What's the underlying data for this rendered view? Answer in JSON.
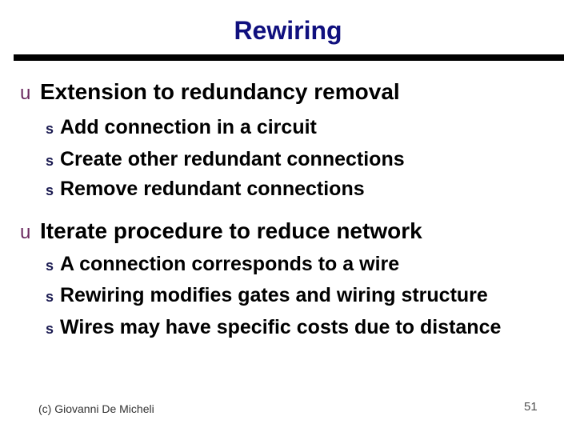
{
  "slide": {
    "title": "Rewiring",
    "footer": "(c) Giovanni De Micheli",
    "page_number": "51",
    "colors": {
      "title": "#10107E",
      "rule": "#000000",
      "body_text": "#000000",
      "bullet_u_marker": "#6B2A60",
      "bullet_s_marker": "#191950",
      "footer_text": "#333333",
      "page_number_text": "#4F4F4F",
      "background": "#FFFFFF"
    },
    "bullets": [
      {
        "marker": "u",
        "label": "Extension to redundancy removal",
        "sub": [
          {
            "marker": "s",
            "label": "Add connection in a circuit"
          },
          {
            "marker": "s",
            "label": "Create other redundant connections"
          },
          {
            "marker": "s",
            "label": "Remove redundant connections"
          }
        ]
      },
      {
        "marker": "u",
        "label": "Iterate procedure to reduce network",
        "sub": [
          {
            "marker": "s",
            "label": "A connection corresponds to a wire"
          },
          {
            "marker": "s",
            "label": "Rewiring modifies gates and wiring structure"
          },
          {
            "marker": "s",
            "label": "Wires may have specific costs due to distance"
          }
        ]
      }
    ]
  }
}
